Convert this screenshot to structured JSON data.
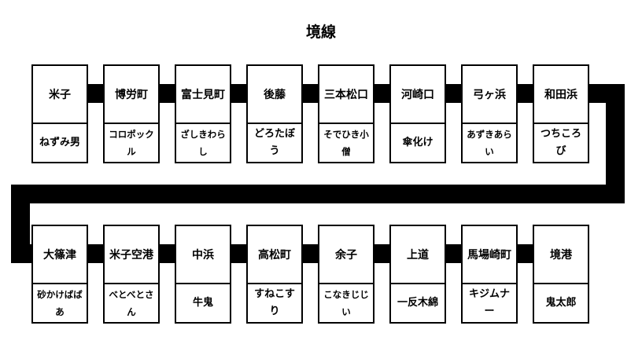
{
  "title": "境線",
  "line_color": "#000000",
  "stations": [
    {
      "name": "米子",
      "yokai": "ねずみ男"
    },
    {
      "name": "博労町",
      "yokai": "コロポックル"
    },
    {
      "name": "富士見町",
      "yokai": "ざしきわらし"
    },
    {
      "name": "後藤",
      "yokai": "どろたぼう"
    },
    {
      "name": "三本松口",
      "yokai": "そでひき小僧"
    },
    {
      "name": "河崎口",
      "yokai": "傘化け"
    },
    {
      "name": "弓ヶ浜",
      "yokai": "あずきあらい"
    },
    {
      "name": "和田浜",
      "yokai": "つちころび"
    },
    {
      "name": "大篠津",
      "yokai": "砂かけばばあ"
    },
    {
      "name": "米子空港",
      "yokai": "べとべとさん"
    },
    {
      "name": "中浜",
      "yokai": "牛鬼"
    },
    {
      "name": "高松町",
      "yokai": "すねこすり"
    },
    {
      "name": "余子",
      "yokai": "こなきじじい"
    },
    {
      "name": "上道",
      "yokai": "一反木綿"
    },
    {
      "name": "馬場崎町",
      "yokai": "キジムナー"
    },
    {
      "name": "境港",
      "yokai": "鬼太郎"
    }
  ]
}
